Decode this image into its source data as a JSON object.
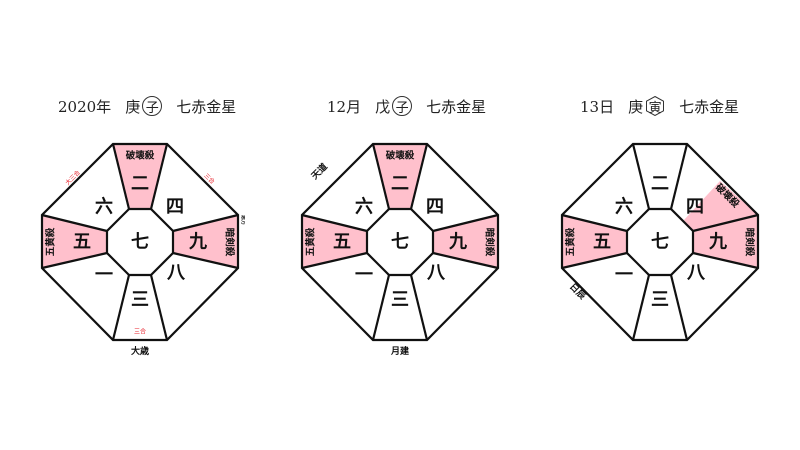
{
  "colors": {
    "highlight": "#ffc0cc",
    "stroke": "#111111",
    "red_label": "#e8202a",
    "text": "#111111"
  },
  "charts": [
    {
      "id": "year",
      "title": {
        "period": "2020年",
        "stem": "庚",
        "branch": "子",
        "branch_frame": "circle",
        "star": "七赤金星"
      },
      "center": "七",
      "sectors": {
        "N": "二",
        "NE": "四",
        "E": "九",
        "SE": "八",
        "S": "三",
        "SW": "一",
        "W": "五",
        "NW": "六"
      },
      "highlighted": [
        "N",
        "E",
        "W"
      ],
      "inner_labels": {
        "N": "破壊殺",
        "E": "暗剣殺",
        "W": "五黄殺"
      },
      "red_labels": {
        "NW": "大三合",
        "NE": "三合",
        "S": "三合"
      },
      "outer_labels": {
        "S": "大歳",
        "E": "恵方"
      }
    },
    {
      "id": "month",
      "title": {
        "period": "12月",
        "stem": "戊",
        "branch": "子",
        "branch_frame": "circle",
        "star": "七赤金星"
      },
      "center": "七",
      "sectors": {
        "N": "二",
        "NE": "四",
        "E": "九",
        "SE": "八",
        "S": "三",
        "SW": "一",
        "W": "五",
        "NW": "六"
      },
      "highlighted": [
        "N",
        "E",
        "W"
      ],
      "inner_labels": {
        "N": "破壊殺",
        "E": "暗剣殺",
        "W": "五黄殺"
      },
      "red_labels": {},
      "outer_labels": {
        "S": "月建",
        "NW": "天道"
      }
    },
    {
      "id": "day",
      "title": {
        "period": "13日",
        "stem": "庚",
        "branch": "寅",
        "branch_frame": "hexagon",
        "star": "七赤金星"
      },
      "center": "七",
      "sectors": {
        "N": "二",
        "NE": "四",
        "E": "九",
        "SE": "八",
        "S": "三",
        "SW": "一",
        "W": "五",
        "NW": "六"
      },
      "highlighted": [
        "E",
        "W",
        "NE-partial"
      ],
      "inner_labels": {
        "NE": "破壊殺",
        "E": "暗剣殺",
        "W": "五黄殺"
      },
      "red_labels": {},
      "outer_labels": {
        "SW": "日辰"
      }
    }
  ]
}
